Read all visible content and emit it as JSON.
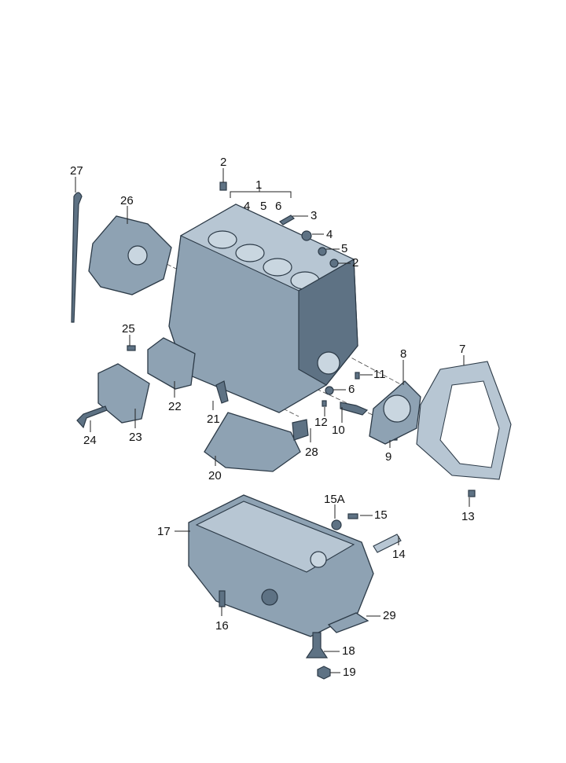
{
  "diagram": {
    "title": "Cylinder block / oil pan exploded view",
    "colors": {
      "part": "#8ea2b3",
      "outline": "#2c3a47",
      "label": "#111111"
    },
    "labels": {
      "p27": "27",
      "p2a": "2",
      "p1": "1",
      "p1_4": "4",
      "p1_5": "5",
      "p1_6": "6",
      "p3": "3",
      "p4": "4",
      "p5": "5",
      "p2b": "2",
      "p26": "26",
      "p25": "25",
      "p8": "8",
      "p7": "7",
      "p11": "11",
      "p6": "6",
      "p12": "12",
      "p10": "10",
      "p9": "9",
      "p22": "22",
      "p21": "21",
      "p23": "23",
      "p24": "24",
      "p28": "28",
      "p20": "20",
      "p13": "13",
      "p15A": "15A",
      "p15": "15",
      "p17": "17",
      "p14": "14",
      "p29": "29",
      "p16": "16",
      "p18": "18",
      "p19": "19"
    }
  }
}
